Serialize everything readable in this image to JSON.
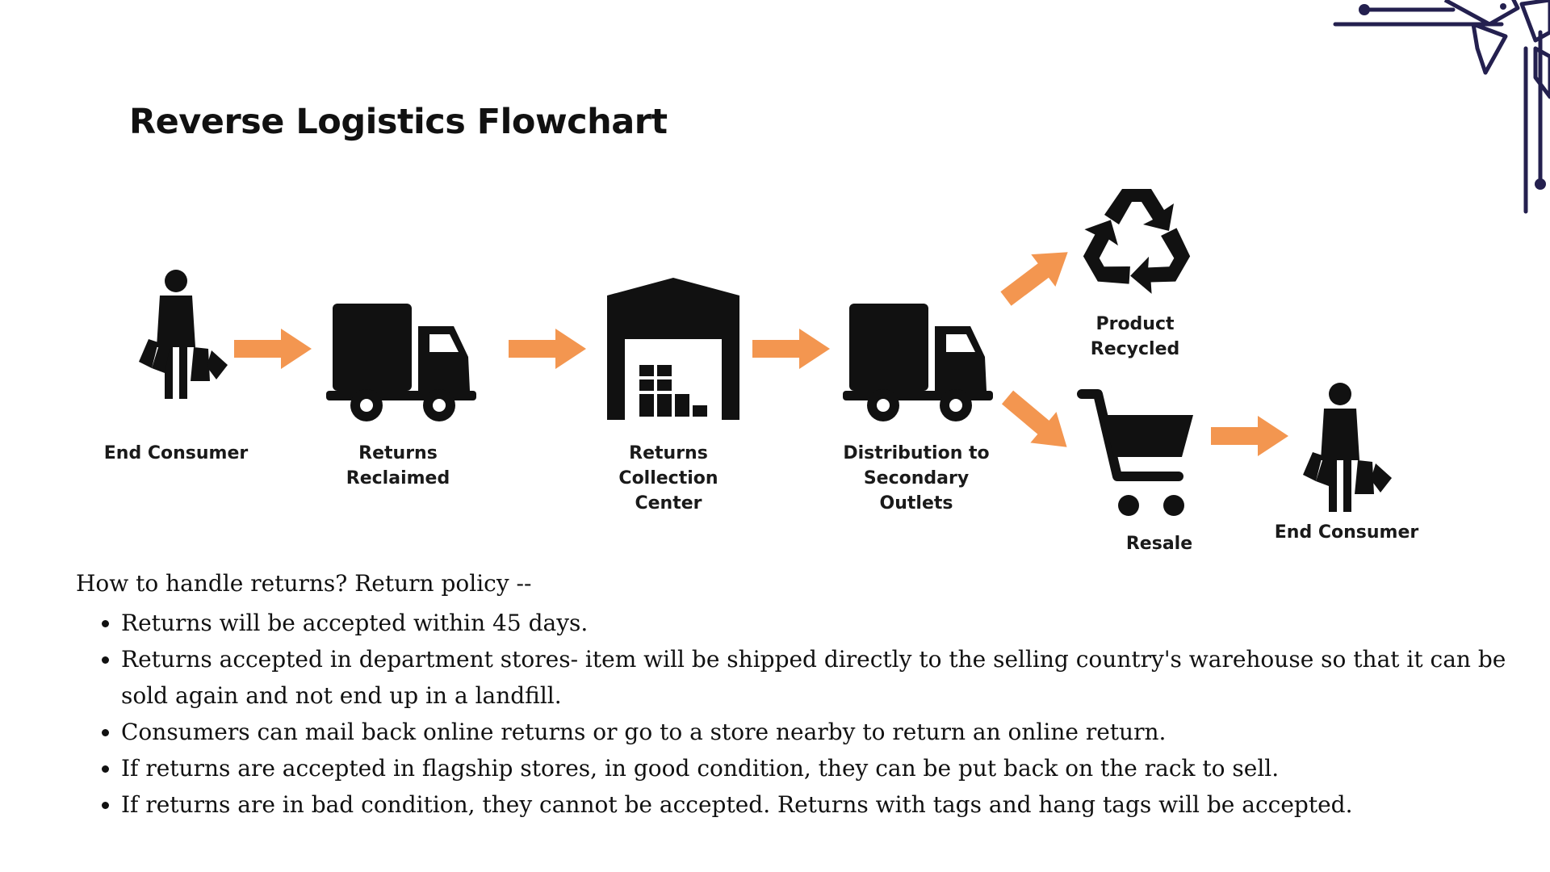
{
  "slide": {
    "title": "Reverse Logistics Flowchart",
    "colors": {
      "arrow": "#F39650",
      "icon": "#111111",
      "ornament": "#24204F"
    }
  },
  "nodes": [
    {
      "id": "end-consumer-start",
      "label": "End Consumer",
      "icon": "shopper-with-bags-icon"
    },
    {
      "id": "returns-reclaimed",
      "label": "Returns\nReclaimed",
      "icon": "delivery-truck-icon"
    },
    {
      "id": "returns-collection-center",
      "label": "Returns\nCollection\nCenter",
      "icon": "warehouse-icon"
    },
    {
      "id": "distribution-secondary",
      "label": "Distribution to\nSecondary\nOutlets",
      "icon": "delivery-truck-icon"
    },
    {
      "id": "product-recycled",
      "label": "Product\nRecycled",
      "icon": "recycle-icon"
    },
    {
      "id": "resale",
      "label": "Resale",
      "icon": "shopping-cart-icon"
    },
    {
      "id": "end-consumer-end",
      "label": "End Consumer",
      "icon": "shopper-with-bags-icon"
    }
  ],
  "edges": [
    {
      "from": "end-consumer-start",
      "to": "returns-reclaimed"
    },
    {
      "from": "returns-reclaimed",
      "to": "returns-collection-center"
    },
    {
      "from": "returns-collection-center",
      "to": "distribution-secondary"
    },
    {
      "from": "distribution-secondary",
      "to": "product-recycled"
    },
    {
      "from": "distribution-secondary",
      "to": "resale"
    },
    {
      "from": "resale",
      "to": "end-consumer-end"
    }
  ],
  "policy": {
    "intro": "How to handle returns? Return policy --",
    "items": [
      "Returns will be accepted within 45 days.",
      "Returns accepted in department stores- item will be shipped directly to the selling country's warehouse so that it can be sold again and not end up in a landfill.",
      "Consumers can mail back online returns or go to a store nearby to return an online return.",
      "If returns are accepted in flagship stores, in good condition, they can be put back on the rack to sell.",
      "If returns are in bad condition, they cannot be accepted. Returns with tags and hang tags will be accepted."
    ]
  }
}
